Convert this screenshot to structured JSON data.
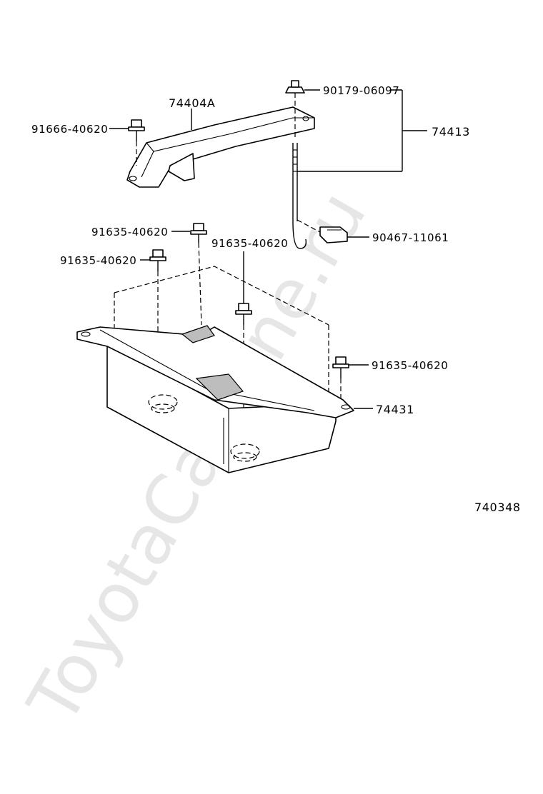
{
  "watermark": "ToyotaCarMine.ru",
  "diagram_id": "740348",
  "labels": {
    "bracket": "74404A",
    "nut": "90179-06097",
    "holder_assy": "74413",
    "bolt_bracket": "91666-40620",
    "bolt_tray_a": "91635-40620",
    "bolt_tray_b": "91635-40620",
    "bolt_tray_c": "91635-40620",
    "bolt_tray_d": "91635-40620",
    "clamp": "90467-11061",
    "tray": "74431"
  }
}
